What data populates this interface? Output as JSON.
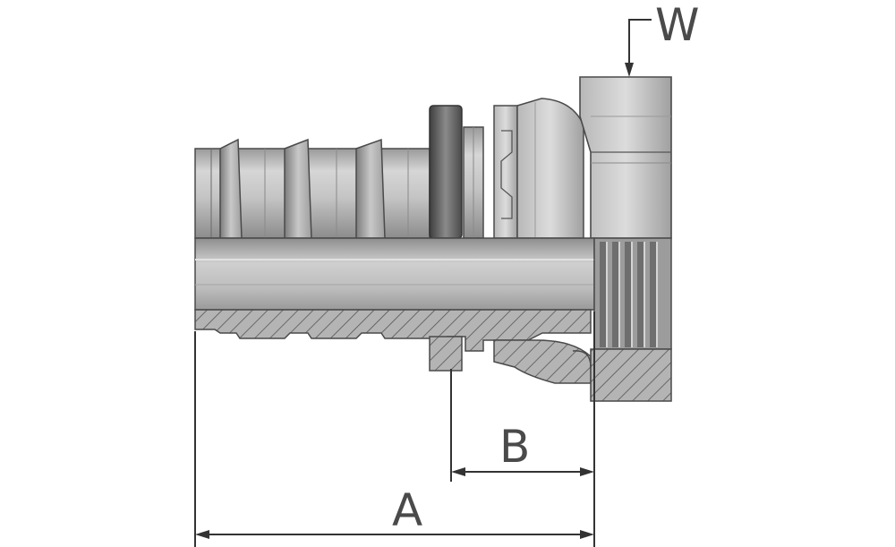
{
  "labels": {
    "width_across_flats": "W",
    "overall_length": "A",
    "nut_length": "B"
  },
  "colors": {
    "background": "#ffffff",
    "metal_light": "#d2d2d2",
    "metal_mid": "#a8a8a8",
    "metal_dark": "#6a6a6a",
    "outline": "#4a4a4a",
    "section_fill": "#b4b4b4",
    "hatch": "#555555",
    "dimension": "#333333"
  }
}
